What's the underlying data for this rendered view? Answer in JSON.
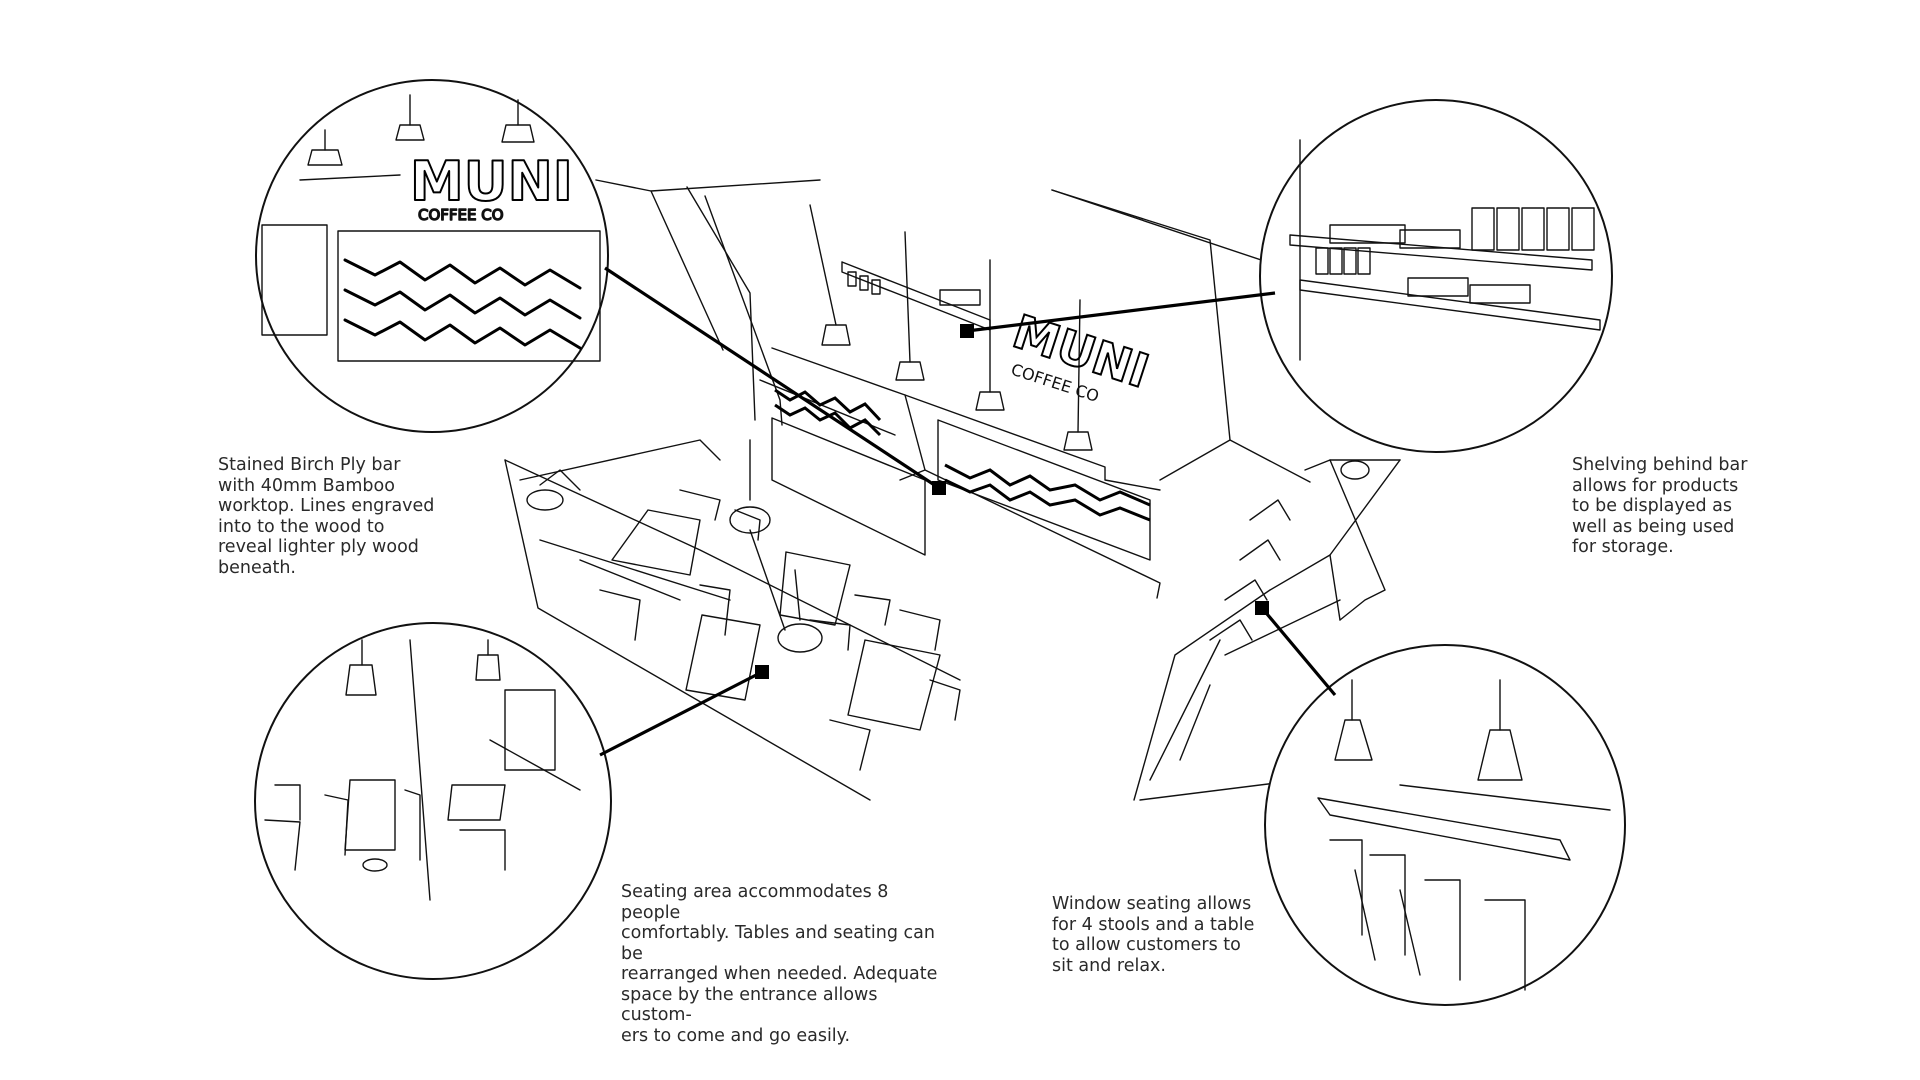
{
  "annotations": {
    "bar": "Stained Birch Ply bar\nwith 40mm Bamboo\nworktop. Lines engraved\ninto to the wood to\nreveal lighter ply wood\nbeneath.",
    "shelving": "Shelving behind bar\nallows for products\nto be displayed as\nwell as being used\nfor storage.",
    "seating": "Seating area accommodates 8 people\ncomfortably. Tables and seating can be\nrearranged when needed. Adequate\nspace by the entrance allows custom-\ners to come and go easily.",
    "window": "Window seating allows\nfor 4 stools and a table\nto allow customers to\nsit and relax."
  },
  "signage": {
    "brand": "MUNI",
    "sub": "COFFEE CO"
  }
}
